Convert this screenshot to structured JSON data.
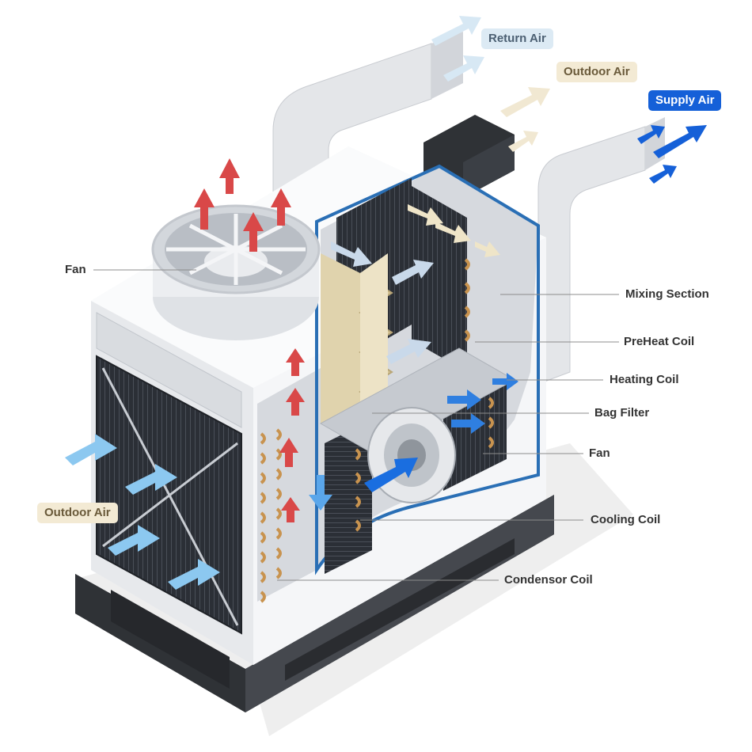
{
  "diagram": {
    "flow_labels": {
      "return_air": "Return Air",
      "outdoor_air_top": "Outdoor Air",
      "supply_air": "Supply Air",
      "outdoor_air_left": "Outdoor Air"
    },
    "components": {
      "fan_top": "Fan",
      "mixing_section": "Mixing Section",
      "preheat_coil": "PreHeat Coil",
      "heating_coil": "Heating Coil",
      "bag_filter": "Bag Filter",
      "fan_blower": "Fan",
      "cooling_coil": "Cooling Coil",
      "condensor_coil": "Condensor Coil"
    },
    "colors": {
      "return_air": "#d7e8f4",
      "outdoor_air": "#f1e8d2",
      "supply_air": "#1560d8",
      "exhaust": "#d94848",
      "cool_air": "#8cc8f0"
    }
  }
}
